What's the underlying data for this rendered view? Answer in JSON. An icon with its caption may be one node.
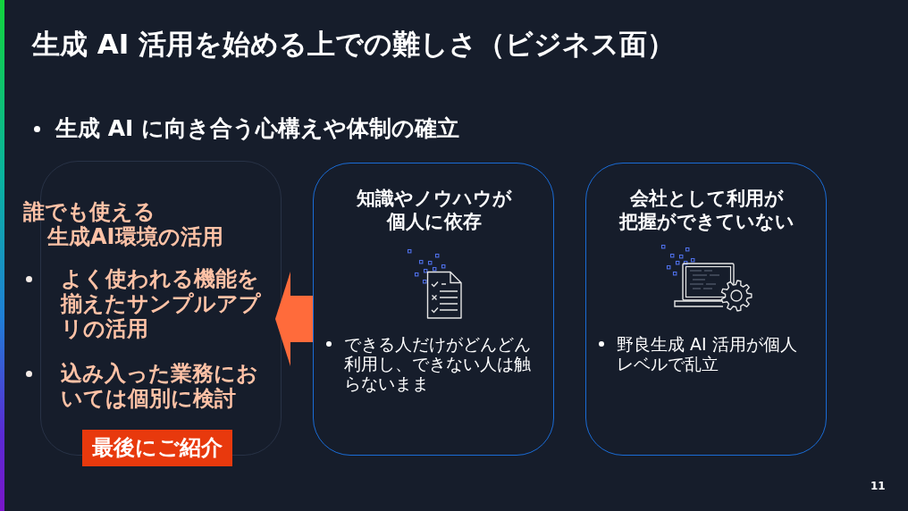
{
  "diagram": {
    "title": "生成 AI 活用を始める上での難しさ（ビジネス面）",
    "nodes": [
      {
        "text": [],
        "shape": "box"
      },
      {
        "text": [
          "誰でも使える生成AI環境の活用",
          "よく使われる機能を揃えたサンプルアプリの活用",
          "込み入った業務においては個別に検討"
        ]
      },
      {
        "text": [
          "最後にご紹介"
        ]
      },
      {
        "text": [
          "知識やノウハウが個人に依存",
          "できる人だけがどんどん利用し、できない人は触らないまま"
        ]
      },
      {
        "text": [
          "会社として利用が把握ができていない",
          "野良生成 AI 活用が個人レベルで乱立"
        ]
      }
    ],
    "edges": [
      {
        "from": 3,
        "to": 1,
        "arrow": "to"
      }
    ],
    "labels": [
      "生成 AI に向き合う心構えや体制の確立",
      "11"
    ]
  }
}
